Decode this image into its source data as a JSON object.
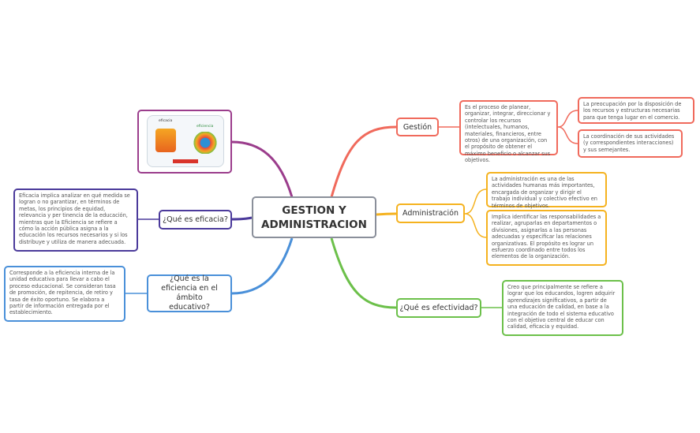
{
  "central": {
    "title": "GESTION Y ADMINISTRACION"
  },
  "colors": {
    "gestion": "#f06a5c",
    "administracion": "#f5b21f",
    "efectividad": "#6cc04a",
    "image": "#9b3d8c",
    "eficacia": "#4b3a9b",
    "eficiencia": "#4a90d9"
  },
  "image_node": {
    "label_left": "eficacia",
    "label_right": "eficiencia"
  },
  "gestion": {
    "label": "Gestión",
    "description": "Es el proceso de planear, organizar, integrar, direccionar y controlar los recursos (intelectuales, humanos, materiales, financieros, entre otros) de una organización, con el propósito de obtener el máximo beneficio o alcanzar sus objetivos.",
    "details": [
      "La preocupación por la disposición de los recursos y estructuras necesarias para que tenga lugar en el comercio.",
      "La coordinación de sus actividades (y correspondientes interacciones) y sus semejantes."
    ]
  },
  "administracion": {
    "label": "Administración",
    "details": [
      "La administración es una de las actividades humanas más importantes, encargada de organizar y dirigir el trabajo individual y colectivo efectivo en términos de objetivos.",
      "Implica identificar las responsabilidades a realizar, agruparlas en departamentos o divisiones, asignarlas a las personas adecuadas y especificar las relaciones organizativas. El propósito es lograr un esfuerzo coordinado entre todos los elementos de la organización."
    ]
  },
  "efectividad": {
    "label": "¿Qué es efectividad?",
    "description": "Creo que principalmente se refiere a lograr que los educandos, logren adquirir aprendizajes significativos, a partir de una educación de calidad, en base a la integración de todo el sistema educativo con el objetivo central de educar con calidad, eficacia y equidad."
  },
  "eficacia": {
    "label": "¿Qué es eficacia?",
    "description": "Eficacia implica analizar en qué medida se logran o no garantizar, en términos de metas, los principios de equidad, relevancia y per tinencia de la educación, mientras que la Eficiencia se refiere a cómo la acción pública asigna a la educación los recursos necesarios y si los distribuye y utiliza de manera adecuada."
  },
  "eficiencia": {
    "label": "¿Qué es la eficiencia en el ámbito educativo?",
    "description": "Corresponde a la eficiencia interna de la unidad educativa para llevar a cabo el proceso educacional. Se consideran tasa de promoción, de repitencia, de retiro y tasa de éxito oportuno. Se elabora a partir de información entregada por el establecimiento."
  }
}
